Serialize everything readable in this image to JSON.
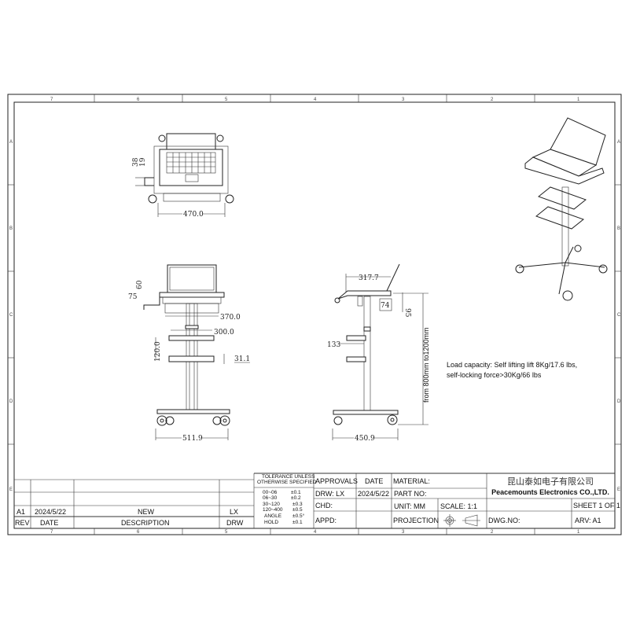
{
  "sheet": {
    "column_markers": [
      "7",
      "6",
      "5",
      "4",
      "3",
      "2",
      "1"
    ],
    "row_markers": [
      "A",
      "B",
      "C",
      "D",
      "E"
    ]
  },
  "dimensions": {
    "top_view": {
      "d38": "38",
      "d19": "19",
      "width": "470.0"
    },
    "front_view": {
      "d60": "60",
      "d75": "75",
      "tray": "370.0",
      "basket": "300.0",
      "spacing": "120.0",
      "thickness": "31.1",
      "base": "511.9"
    },
    "side_view": {
      "depth": "317.7",
      "d74": "74",
      "d95": "95",
      "d133": "133",
      "height_range": "from 800mm to1200mm",
      "base": "450.9"
    }
  },
  "notes": {
    "load_line1": "Load capacity: Self lifting lift 8Kg/17.6 lbs,",
    "load_line2": "self-locking force>30Kg/66 lbs"
  },
  "title_block": {
    "revision": {
      "rev": "A1",
      "date": "2024/5/22",
      "description": "NEW",
      "drw": "LX"
    },
    "headers": {
      "rev": "REV",
      "date": "DATE",
      "description": "DESCRIPTION",
      "drw": "DRW"
    },
    "tolerance_title1": "TOLERANCE UNLESS",
    "tolerance_title2": "OTHERWISE SPECIFIED",
    "tolerances": [
      {
        "range": "00~06",
        "tol": "±0.1"
      },
      {
        "range": "06~30",
        "tol": "±0.2"
      },
      {
        "range": "30~120",
        "tol": "±0.3"
      },
      {
        "range": "120~400",
        "tol": "±0.5"
      },
      {
        "range": "ANGLE",
        "tol": "±0.5°"
      },
      {
        "range": "HOLD",
        "tol": "±0.1"
      }
    ],
    "approvals": "APPROVALS",
    "date_header": "DATE",
    "drw_label": "DRW:  LX",
    "drw_date": "2024/5/22",
    "chd": "CHD:",
    "appd": "APPD:",
    "material": "MATERIAL:",
    "part_no": "PART  NO:",
    "unit": "UNIT:   MM",
    "scale": "SCALE:  1:1",
    "projection": "PROJECTION",
    "company_cn": "昆山泰如电子有限公司",
    "company_en": "Peacemounts Electronics CO.,LTD.",
    "sheet": "SHEET 1 OF 1",
    "dwg_no": "DWG.NO:",
    "arv": "ARV:  A1"
  }
}
